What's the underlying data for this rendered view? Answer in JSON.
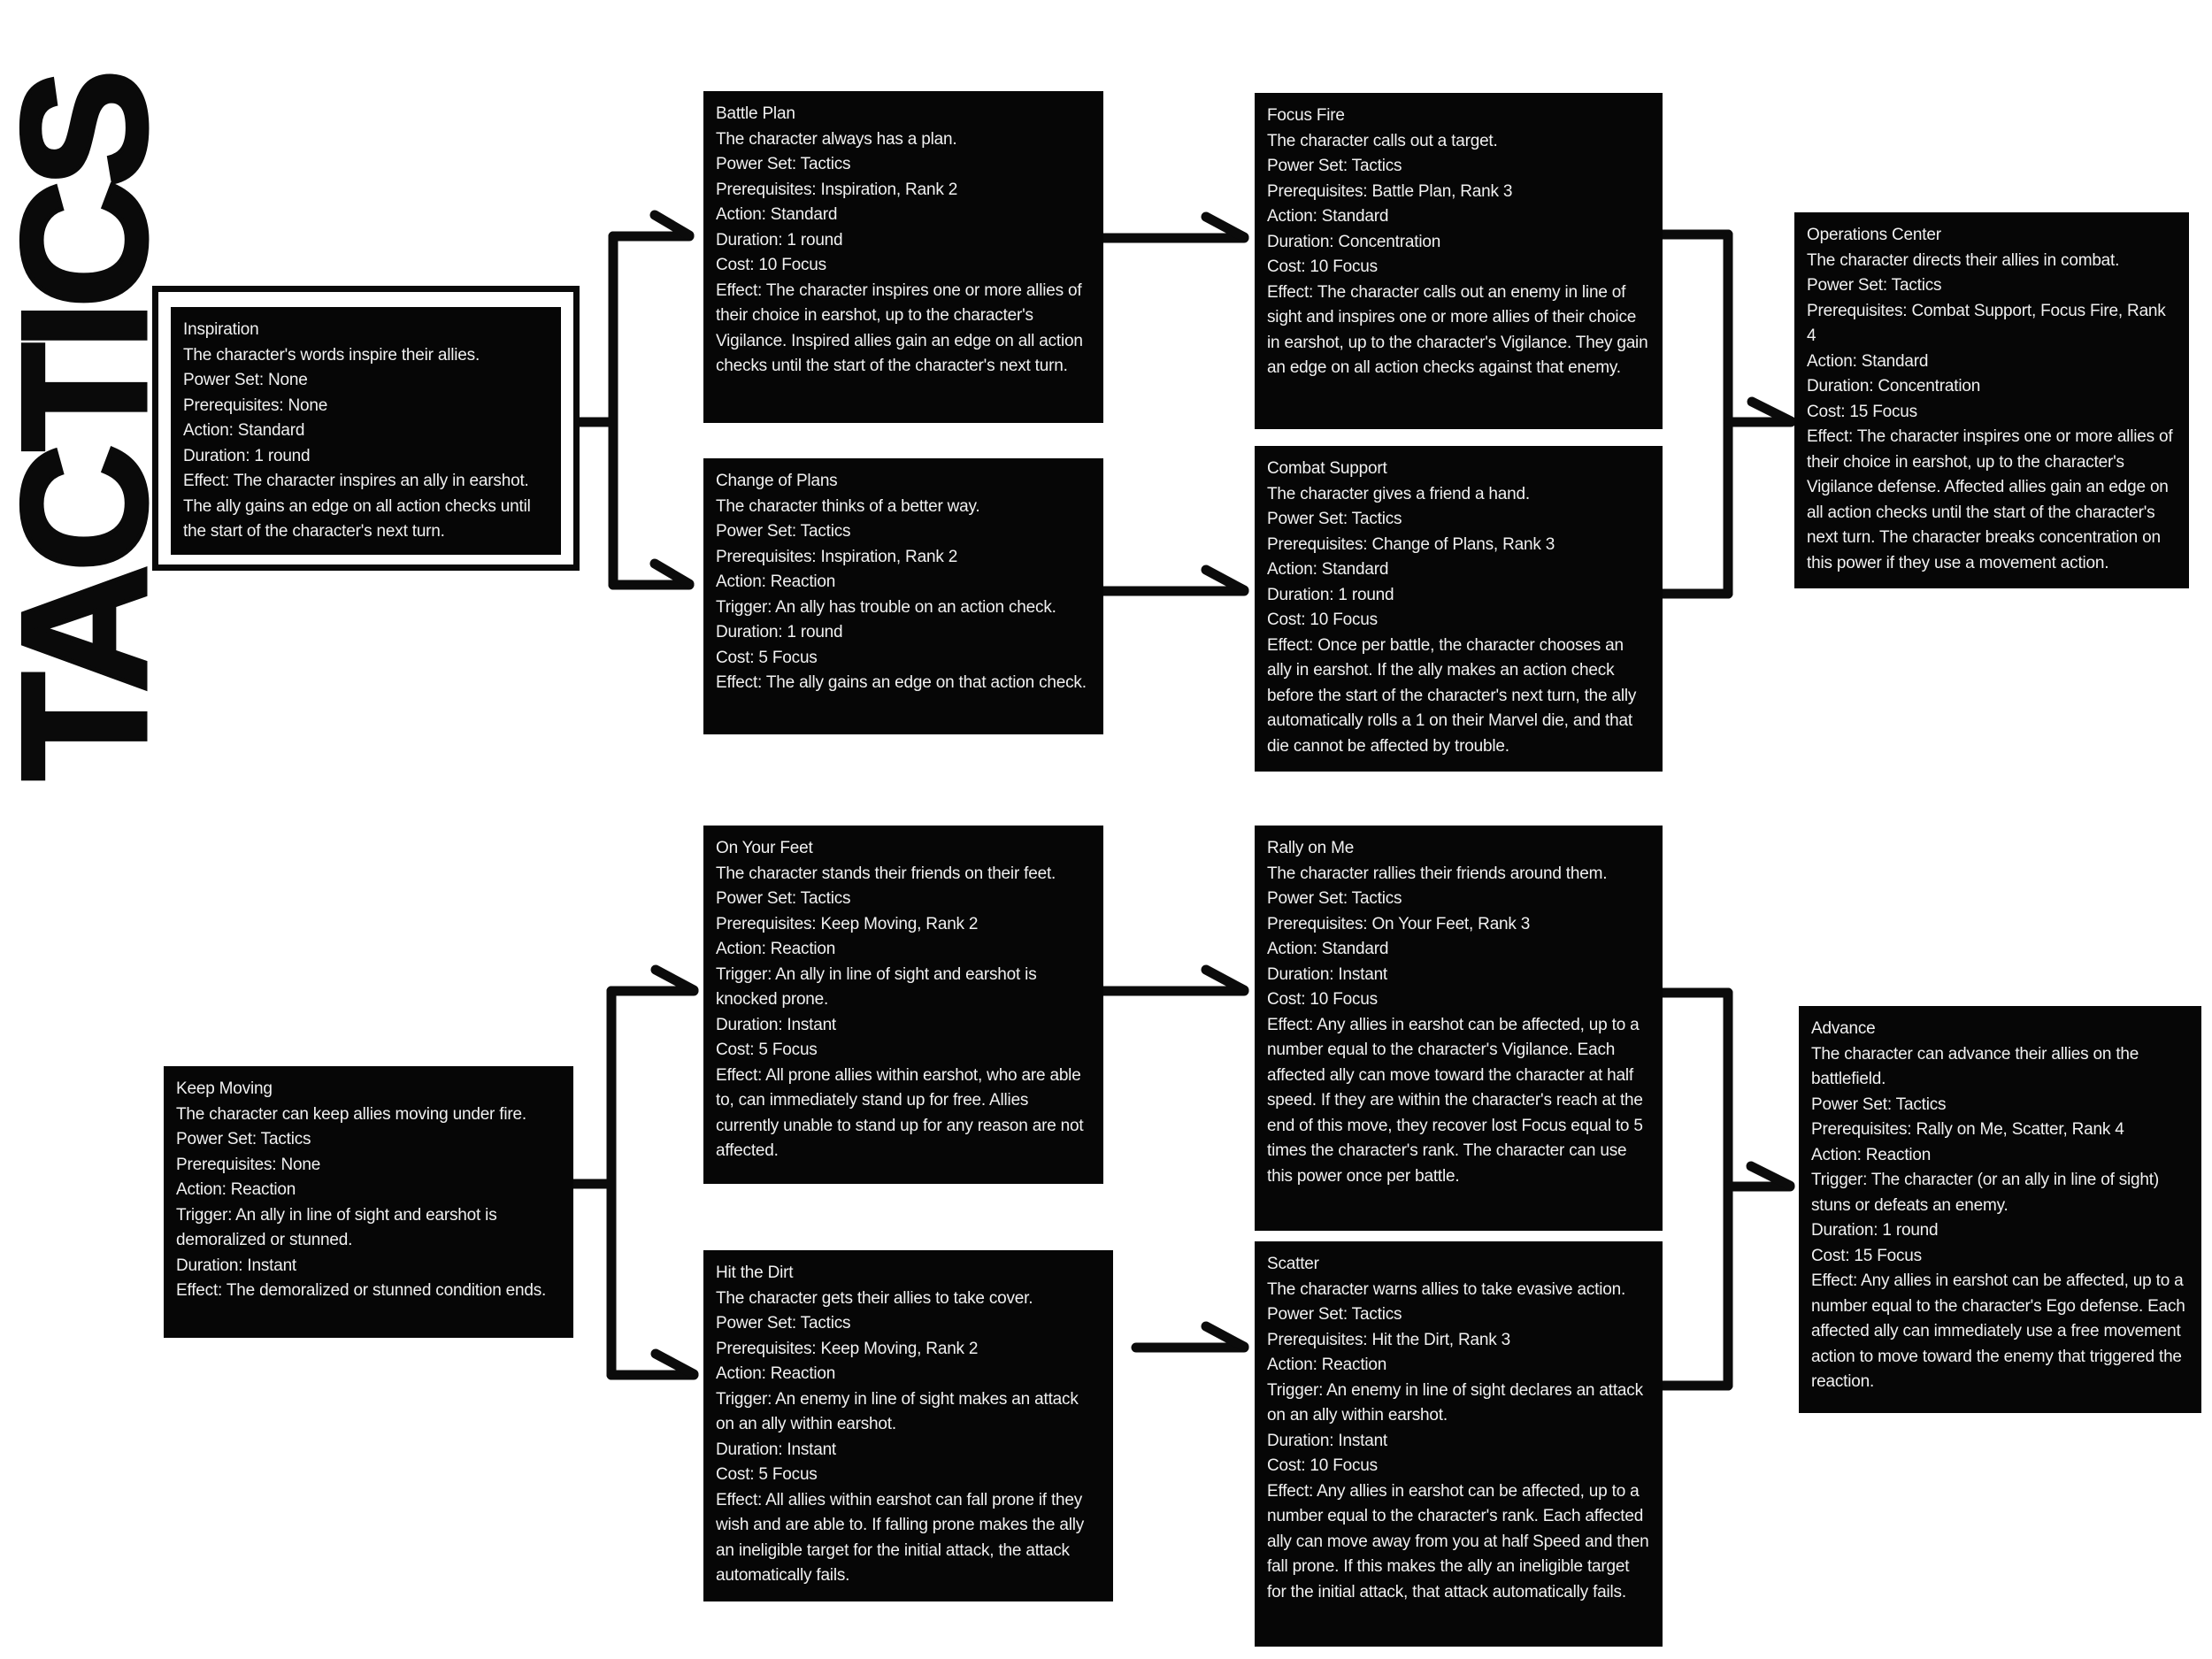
{
  "title": "TACTICS",
  "colors": {
    "background": "#ffffff",
    "card_background": "#060606",
    "card_text": "#f1f1f1",
    "connector": "#0b0b0b"
  },
  "cards": {
    "inspiration": {
      "title": "Inspiration",
      "fields": [
        "The character's words inspire their allies.",
        "Power Set: None",
        "Prerequisites: None",
        "Action: Standard",
        "Duration: 1 round",
        "Effect: The character inspires an ally in earshot. The ally gains an edge on all action checks until the start of the character's next turn."
      ]
    },
    "battle_plan": {
      "title": "Battle Plan",
      "fields": [
        "The character always has a plan.",
        "Power Set: Tactics",
        "Prerequisites: Inspiration, Rank 2",
        "Action: Standard",
        "Duration: 1 round",
        "Cost: 10 Focus",
        "Effect: The character inspires one or more allies of their choice in earshot, up to the character's Vigilance. Inspired allies gain an edge on all action checks until the start of the character's next turn."
      ]
    },
    "change_of_plans": {
      "title": "Change of Plans",
      "fields": [
        "The character thinks of a better way.",
        "Power Set: Tactics",
        "Prerequisites: Inspiration, Rank 2",
        "Action: Reaction",
        "Trigger: An ally has trouble on an action check.",
        "Duration: 1 round",
        "Cost: 5 Focus",
        "Effect: The ally gains an edge on that action check."
      ]
    },
    "focus_fire": {
      "title": "Focus Fire",
      "fields": [
        "The character calls out a target.",
        "Power Set: Tactics",
        "Prerequisites: Battle Plan, Rank 3",
        "Action: Standard",
        "Duration: Concentration",
        "Cost: 10 Focus",
        "Effect: The character calls out an enemy in line of sight and inspires one or more allies of their choice in earshot, up to the character's Vigilance. They gain an edge on all action checks against that enemy."
      ]
    },
    "combat_support": {
      "title": "Combat Support",
      "fields": [
        "The character gives a friend a hand.",
        "Power Set: Tactics",
        "Prerequisites: Change of Plans, Rank 3",
        "Action: Standard",
        "Duration: 1 round",
        "Cost: 10 Focus",
        "Effect: Once per battle, the character chooses an ally in earshot. If the ally makes an action check before the start of the character's next turn, the ally automatically rolls a 1 on their Marvel die, and that die cannot be affected by trouble."
      ]
    },
    "operations_center": {
      "title": "Operations Center",
      "fields": [
        "The character directs their allies in combat.",
        "Power Set: Tactics",
        "Prerequisites: Combat Support, Focus Fire, Rank 4",
        "Action: Standard",
        "Duration: Concentration",
        "Cost: 15 Focus",
        "Effect: The character inspires one or more allies of their choice in earshot, up to the character's Vigilance defense. Affected allies gain an edge on all action checks until the start of the character's next turn. The character breaks concentration on this power if they use a movement action."
      ]
    },
    "keep_moving": {
      "title": "Keep Moving",
      "fields": [
        "The character can keep allies moving under fire.",
        "Power Set: Tactics",
        "Prerequisites: None",
        "Action: Reaction",
        "Trigger: An ally in line of sight and earshot is demoralized or stunned.",
        "Duration: Instant",
        "Effect: The demoralized or stunned condition ends."
      ]
    },
    "on_your_feet": {
      "title": "On Your Feet",
      "fields": [
        "The character stands their friends on their feet.",
        "Power Set: Tactics",
        "Prerequisites: Keep Moving, Rank 2",
        "Action: Reaction",
        "Trigger: An ally in line of sight and earshot is knocked prone.",
        "Duration: Instant",
        "Cost: 5 Focus",
        "Effect: All prone allies within earshot, who are able to, can immediately stand up for free. Allies currently unable to stand up for any reason are not affected."
      ]
    },
    "hit_the_dirt": {
      "title": "Hit the Dirt",
      "fields": [
        "The character gets their allies to take cover.",
        "Power Set: Tactics",
        "Prerequisites: Keep Moving, Rank 2",
        "Action: Reaction",
        "Trigger: An enemy in line of sight makes an attack on an ally within earshot.",
        "Duration: Instant",
        "Cost: 5 Focus",
        "Effect: All allies within earshot can fall prone if they wish and are able to. If falling prone makes the ally an ineligible target for the initial attack, the attack automatically fails."
      ]
    },
    "rally_on_me": {
      "title": "Rally on Me",
      "fields": [
        "The character rallies their friends around them.",
        "Power Set: Tactics",
        "Prerequisites: On Your Feet, Rank 3",
        "Action: Standard",
        "Duration: Instant",
        "Cost: 10 Focus",
        "Effect: Any allies in earshot can be affected, up to a number equal to the character's Vigilance. Each affected ally can move toward the character at half speed. If they are within the character's reach at the end of this move, they recover lost Focus equal to 5 times the character's rank. The character can use this power once per battle."
      ]
    },
    "scatter": {
      "title": "Scatter",
      "fields": [
        "The character warns allies to take evasive action.",
        "Power Set: Tactics",
        "Prerequisites: Hit the Dirt, Rank 3",
        "Action: Reaction",
        "Trigger: An enemy in line of sight declares an attack on an ally within earshot.",
        "Duration: Instant",
        "Cost: 10 Focus",
        "Effect: Any allies in earshot can be affected, up to a number equal to the character's rank. Each affected ally can move away from you at half Speed and then fall prone. If this makes the ally an ineligible target for the initial attack, that attack automatically fails."
      ]
    },
    "advance": {
      "title": "Advance",
      "fields": [
        "The character can advance their allies on the battlefield.",
        "Power Set: Tactics",
        "Prerequisites: Rally on Me, Scatter, Rank 4",
        "Action: Reaction",
        "Trigger: The character (or an ally in line of sight) stuns or defeats an enemy.",
        "Duration: 1 round",
        "Cost: 15 Focus",
        "Effect: Any allies in earshot can be affected, up to a number equal to the character's Ego defense. Each affected ally can immediately use a free movement action to move toward the enemy that triggered the reaction."
      ]
    }
  },
  "edges": [
    {
      "from": "Inspiration",
      "to": "Battle Plan"
    },
    {
      "from": "Inspiration",
      "to": "Change of Plans"
    },
    {
      "from": "Battle Plan",
      "to": "Focus Fire"
    },
    {
      "from": "Change of Plans",
      "to": "Combat Support"
    },
    {
      "from": "Focus Fire",
      "to": "Operations Center"
    },
    {
      "from": "Combat Support",
      "to": "Operations Center"
    },
    {
      "from": "Keep Moving",
      "to": "On Your Feet"
    },
    {
      "from": "Keep Moving",
      "to": "Hit the Dirt"
    },
    {
      "from": "On Your Feet",
      "to": "Rally on Me"
    },
    {
      "from": "Hit the Dirt",
      "to": "Scatter"
    },
    {
      "from": "Rally on Me",
      "to": "Advance"
    },
    {
      "from": "Scatter",
      "to": "Advance"
    }
  ]
}
